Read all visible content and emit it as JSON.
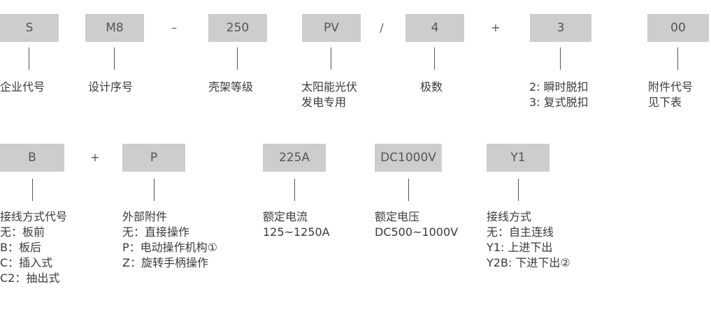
{
  "row1": {
    "segments": [
      {
        "code": "S",
        "desc": [
          "企业代号"
        ]
      },
      {
        "code": "M8",
        "desc": [
          "设计序号"
        ]
      },
      {
        "code": "250",
        "desc": [
          "壳架等级"
        ]
      },
      {
        "code": "PV",
        "desc": [
          "太阳能光伏",
          "发电专用"
        ]
      },
      {
        "code": "4",
        "desc": [
          "极数"
        ]
      },
      {
        "code": "3",
        "desc": [
          "2: 瞬时脱扣",
          "3: 复式脱扣"
        ]
      },
      {
        "code": "00",
        "desc": [
          "附件代号",
          "见下表"
        ]
      }
    ],
    "separators": [
      "–",
      "–",
      "/",
      "+"
    ]
  },
  "row2": {
    "segments": [
      {
        "code": "B",
        "desc": [
          "接线方式代号",
          "无：板前",
          "B：板后",
          "C：插入式",
          "C2：抽出式"
        ]
      },
      {
        "code": "P",
        "desc": [
          "外部附件",
          "无：直接操作",
          "P：电动操作机构①",
          "Z：旋转手柄操作"
        ]
      },
      {
        "code": "225A",
        "desc": [
          "额定电流",
          "125~1250A"
        ]
      },
      {
        "code": "DC1000V",
        "desc": [
          "额定电压",
          "DC500~1000V"
        ]
      },
      {
        "code": "Y1",
        "desc": [
          "接线方式",
          "无：自主连线",
          "Y1: 上进下出",
          "Y2B: 下进下出②"
        ]
      }
    ],
    "separators": [
      "+"
    ]
  }
}
